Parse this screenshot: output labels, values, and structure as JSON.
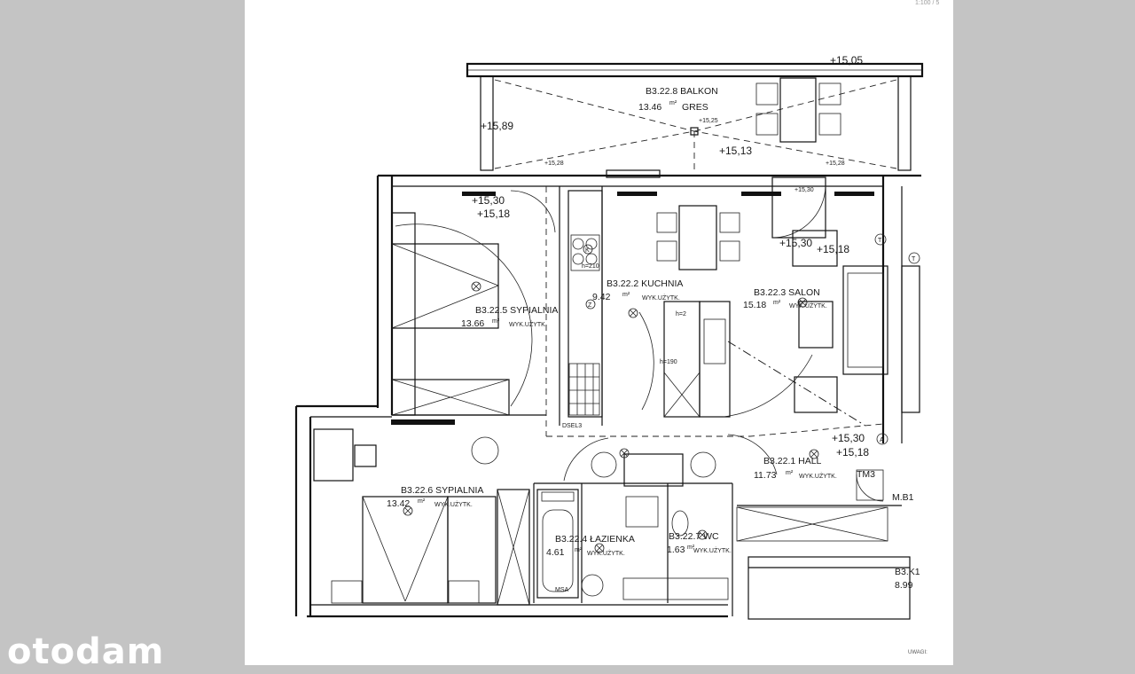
{
  "watermark": "otodam",
  "top_note": "1:100 / 5",
  "bottom_note": "UWAGI:",
  "rooms": {
    "balkon": {
      "code": "B3.22.8 BALKON",
      "area": "13.46",
      "unit": "m²",
      "note": "GRES"
    },
    "kuchnia": {
      "code": "B3.22.2 KUCHNIA",
      "area": "9.42",
      "unit": "m²",
      "note": "WYK.UŻYTK."
    },
    "salon": {
      "code": "B3.22.3 SALON",
      "area": "15.18",
      "unit": "m²",
      "note": "WYK.UŻYTK."
    },
    "sypialnia5": {
      "code": "B3.22.5 SYPIALNIA",
      "area": "13.66",
      "unit": "m²",
      "note": "WYK.UŻYTK."
    },
    "sypialnia6": {
      "code": "B3.22.6 SYPIALNIA",
      "area": "13.42",
      "unit": "m²",
      "note": "WYK.UŻYTK."
    },
    "hall": {
      "code": "B3.22.1 HALL",
      "area": "11.73",
      "unit": "m²",
      "note": "WYK.UŻYTK."
    },
    "lazienka": {
      "code": "B3.22.4 ŁAZIENKA",
      "area": "4.61",
      "unit": "m²",
      "note": "WYK.UŻYTK."
    },
    "wc": {
      "code": "B3.22.7 WC",
      "area": "1.63",
      "unit": "m²",
      "note": "WYK.UŻYTK."
    }
  },
  "levels": {
    "l1": "+15,89",
    "l2": "+15,25",
    "l3": "+15,13",
    "l4": "+15,28",
    "l5": "+15,28",
    "l6": "+15,30",
    "l7": "+15,18",
    "l8": "+15,30",
    "l9": "+15,30",
    "l10": "+15,18",
    "l11": "+15,30",
    "l12": "+15,18",
    "l13": "+15,05"
  },
  "small": {
    "h210": "h=210",
    "h2": "h=2",
    "h190": "h=190",
    "dsel": "DSEL3",
    "tm3": "TM3",
    "mb1": "M.B1",
    "k1": "B3.K1",
    "k1v": "8.99",
    "msa": "MSA",
    "k": "K",
    "z": "Z",
    "t1": "T",
    "t2": "T",
    "a": "A"
  },
  "colors": {
    "page_bg": "#c4c4c4",
    "sheet": "#ffffff",
    "ink": "#111111"
  }
}
